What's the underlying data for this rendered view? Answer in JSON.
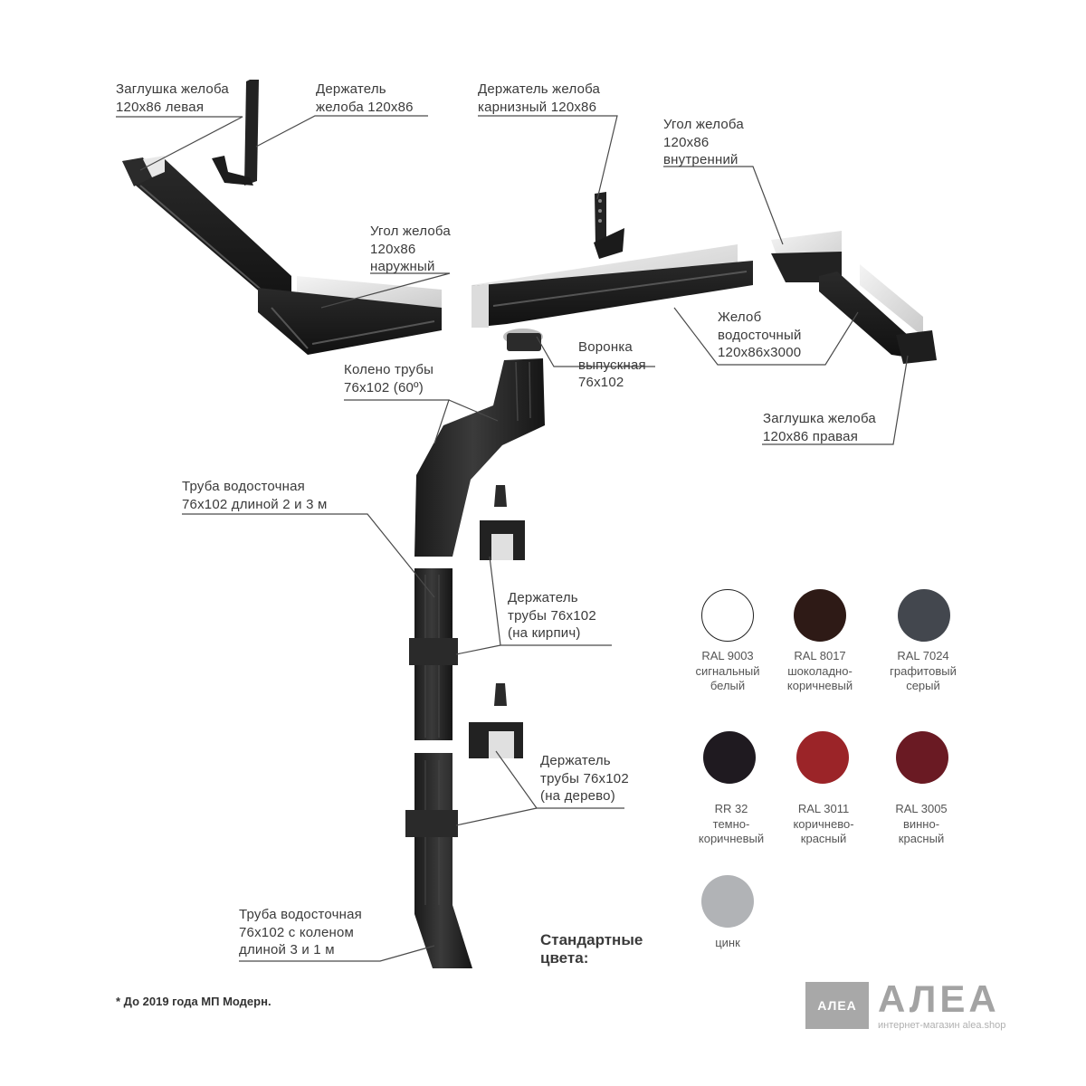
{
  "labels": {
    "zaglushka_left": [
      "Заглушка желоба",
      "120х86 левая"
    ],
    "derzhatel_zheloba": [
      "Держатель",
      "желоба 120х86"
    ],
    "derzhatel_karniz": [
      "Держатель желоба",
      "карнизный 120х86"
    ],
    "ugol_vnutr": [
      "Угол желоба",
      "120х86",
      "внутренний"
    ],
    "ugol_naruzh": [
      "Угол желоба",
      "120х86",
      "наружный"
    ],
    "zhelob": [
      "Желоб",
      "водосточный",
      "120х86х3000"
    ],
    "voronka": [
      "Воронка",
      "выпускная",
      "76х102"
    ],
    "koleno": [
      "Колено трубы",
      "76х102 (60º)"
    ],
    "zaglushka_right": [
      "Заглушка желоба",
      "120х86 правая"
    ],
    "truba_2_3": [
      "Труба водосточная",
      "76х102 длиной 2 и 3 м"
    ],
    "derzhatel_kirpich": [
      "Держатель",
      "трубы 76х102",
      "(на кирпич)"
    ],
    "derzhatel_derevo": [
      "Держатель",
      "трубы 76х102",
      "(на дерево)"
    ],
    "truba_koleno": [
      "Труба водосточная",
      "76х102 с коленом",
      "длиной 3 и 1 м"
    ]
  },
  "colors_title": [
    "Стандартные",
    "цвета:"
  ],
  "swatches": [
    {
      "lines": [
        "RAL 9003",
        "сигнальный",
        "белый"
      ],
      "hex": "#ffffff"
    },
    {
      "lines": [
        "RAL 8017",
        "шоколадно-",
        "коричневый"
      ],
      "hex": "#2e1a16"
    },
    {
      "lines": [
        "RAL 7024",
        "графитовый",
        "серый"
      ],
      "hex": "#43474e"
    },
    {
      "lines": [
        "RR 32",
        "темно-",
        "коричневый"
      ],
      "hex": "#1f1a20"
    },
    {
      "lines": [
        "RAL 3011",
        "коричнево-",
        "красный"
      ],
      "hex": "#9b2428"
    },
    {
      "lines": [
        "RAL 3005",
        "винно-",
        "красный"
      ],
      "hex": "#6a1a23"
    },
    {
      "lines": [
        "цинк"
      ],
      "hex": "#b1b3b6"
    }
  ],
  "footnote": "* До 2019 года МП Модерн.",
  "brand": {
    "mark": "АЛЕА",
    "name": "АЛЕА",
    "tagline": "интернет-магазин alea.shop"
  }
}
